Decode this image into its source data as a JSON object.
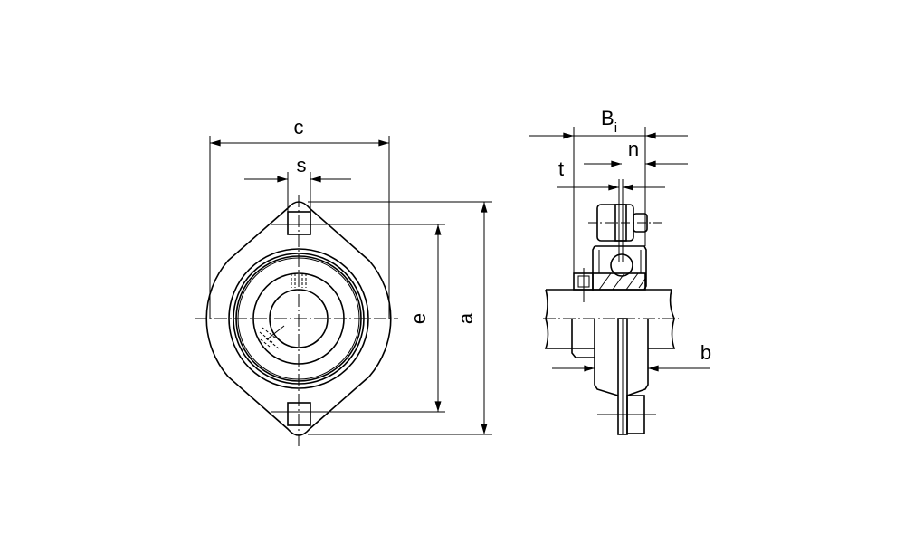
{
  "drawing": {
    "front_view": {
      "dimensions": {
        "width_label": "c",
        "slot_label": "s",
        "bolt_spacing_label": "e",
        "height_label": "a"
      }
    },
    "side_view": {
      "dimensions": {
        "bearing_width_label": "B",
        "bearing_width_subscript": "i",
        "offset_label": "n",
        "collar_label": "t",
        "housing_width_label": "b"
      }
    }
  }
}
